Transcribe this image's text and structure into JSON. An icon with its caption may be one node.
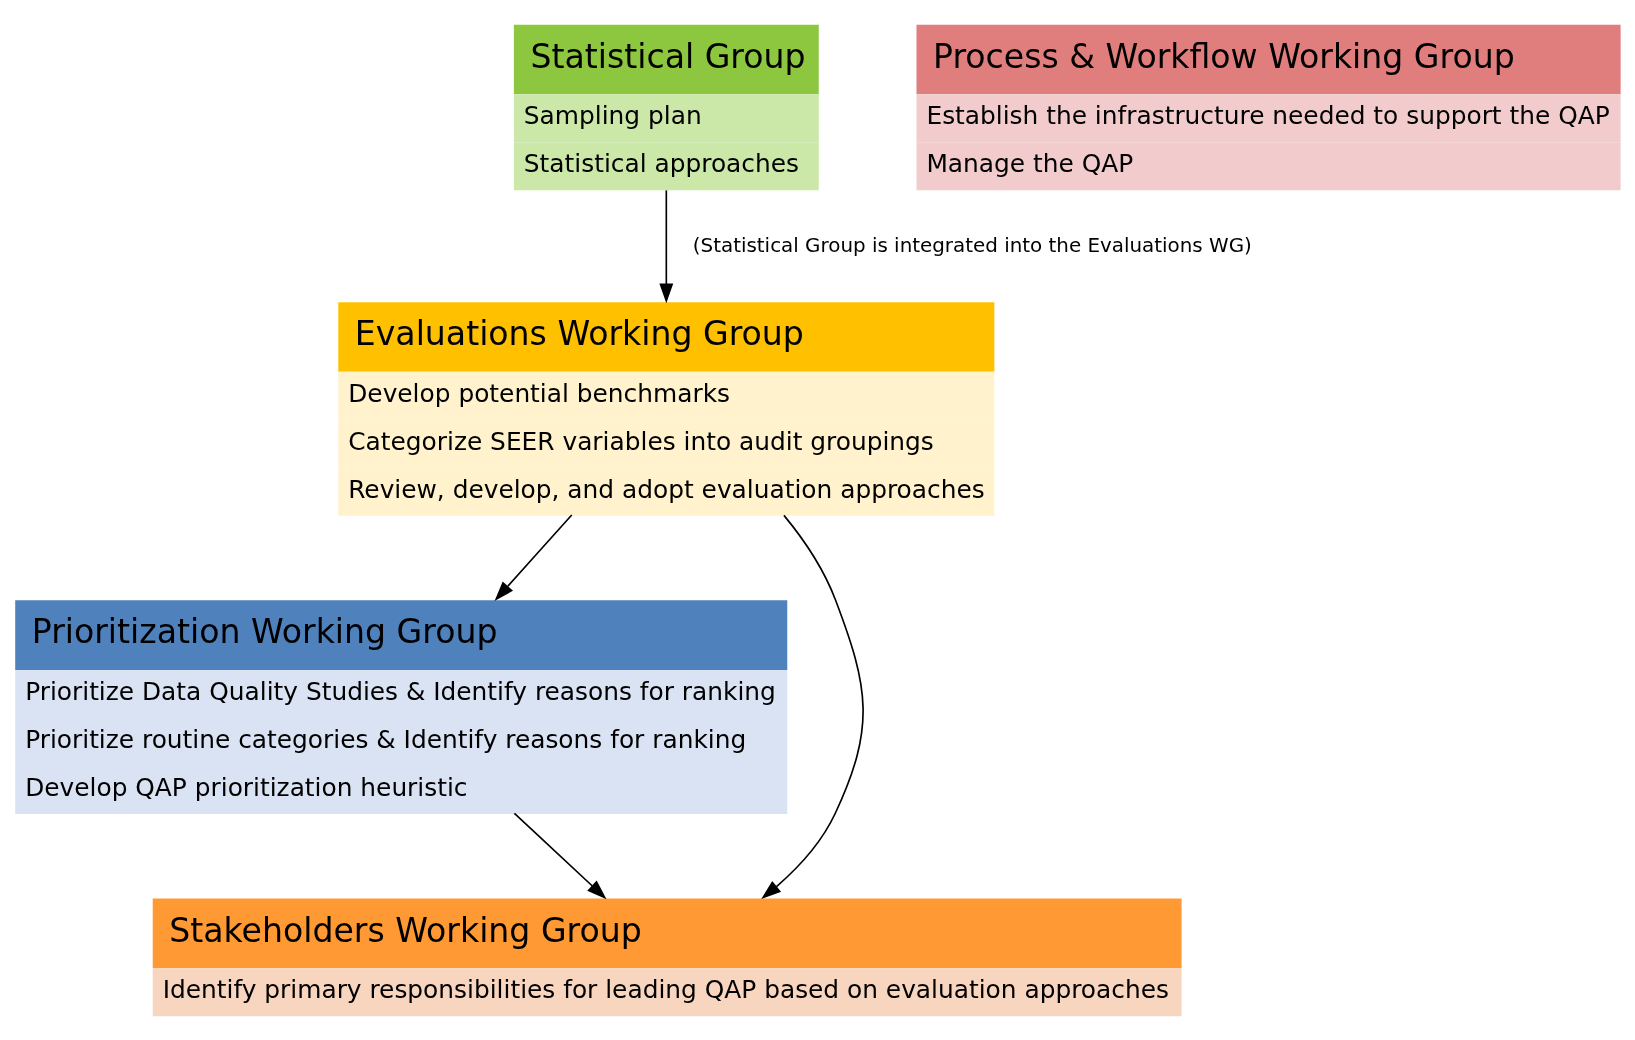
{
  "diagram": {
    "nodes": [
      {
        "text": [
          "Evaluations Working Group",
          "Develop potential benchmarks",
          "Categorize SEER variables into audit groupings",
          "Review, develop, and adopt evaluation approaches"
        ]
      },
      {
        "text": [
          "Prioritization Working Group",
          "Prioritize Data Quality Studies & Identify reasons for ranking",
          "Prioritize routine categories & Identify reasons for ranking",
          "Develop QAP prioritization heuristic"
        ]
      },
      {
        "text": [
          "Statistical Group",
          "Sampling plan",
          "Statistical approaches"
        ]
      },
      {
        "text": [
          "Stakeholders Working Group",
          "Identify primary responsibilities for leading QAP based on evaluation approaches"
        ]
      },
      {
        "text": [
          "Process & Workflow Working Group",
          "Establish the infrastructure needed to support the QAP",
          "Manage the QAP"
        ]
      }
    ],
    "edges": [
      {
        "from": 0,
        "to": 1,
        "arrow": "to"
      },
      {
        "from": 0,
        "to": 3,
        "arrow": "to"
      },
      {
        "from": 2,
        "to": 0,
        "arrow": "to",
        "label": "(Statistical Group is integrated into the Evaluations WG)"
      },
      {
        "from": 1,
        "to": 3,
        "arrow": "to"
      }
    ]
  }
}
